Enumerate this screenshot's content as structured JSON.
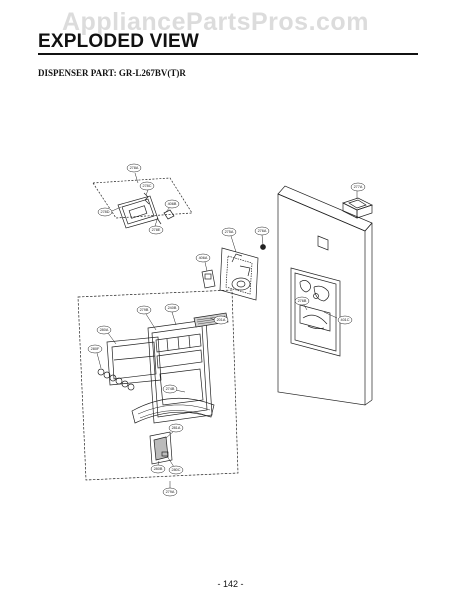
{
  "watermark": "AppliancePartsPros.com",
  "header": {
    "title": "EXPLODED VIEW",
    "subtitle": "DISPENSER PART: GR-L267BV(T)R"
  },
  "footer": {
    "page": "- 142 -"
  },
  "labels": {
    "l278a": "278A",
    "l278c": "278C",
    "l278d": "278D",
    "l406b": "406B",
    "l278e": "278E",
    "l275a": "275A",
    "l276a": "276A",
    "l406a": "406A",
    "l277a": "277A",
    "l279b": "279B",
    "l240b": "240B",
    "l201a": "201A",
    "l280a": "280A",
    "l280f": "280F",
    "l274b": "274B",
    "l401c": "401C",
    "l276b": "276B",
    "l281a": "281A",
    "l280b": "280B",
    "l280c": "280C",
    "l278a_b": "279A"
  }
}
